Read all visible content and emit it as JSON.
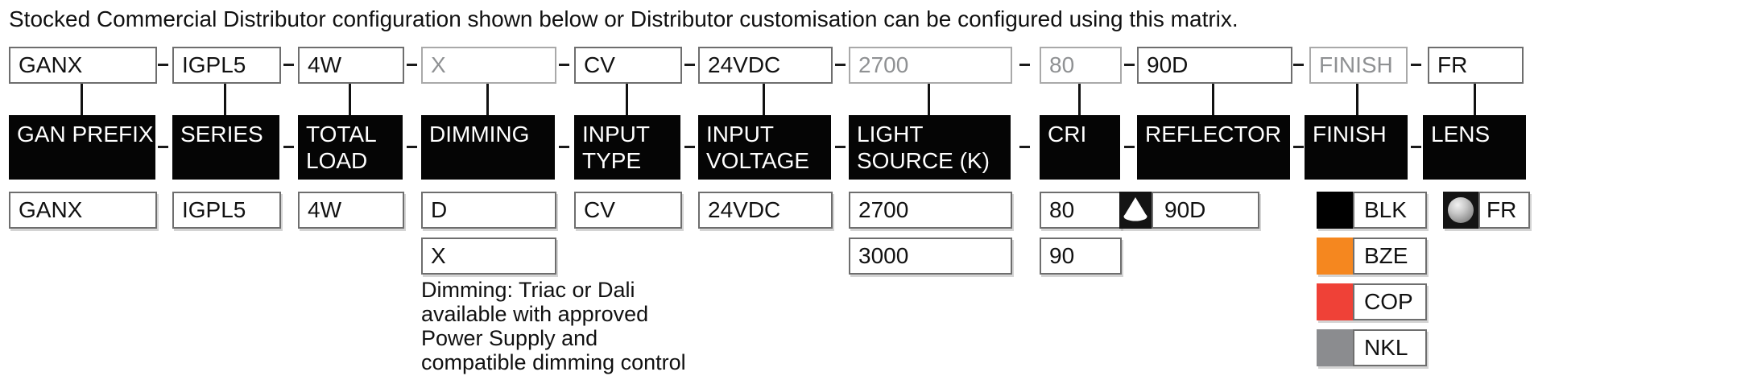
{
  "title": "Stocked Commercial Distributor configuration shown below or Distributor customisation can be configured using this matrix.",
  "columns": [
    {
      "code": "GANX",
      "header": "GAN PREFIX",
      "grayed": false,
      "options": [
        "GANX"
      ]
    },
    {
      "code": "IGPL5",
      "header": "SERIES",
      "grayed": false,
      "options": [
        "IGPL5"
      ]
    },
    {
      "code": "4W",
      "header": "TOTAL LOAD",
      "grayed": false,
      "options": [
        "4W"
      ]
    },
    {
      "code": "X",
      "header": "DIMMING",
      "grayed": true,
      "options": [
        "D",
        "X"
      ]
    },
    {
      "code": "CV",
      "header": "INPUT TYPE",
      "grayed": false,
      "options": [
        "CV"
      ]
    },
    {
      "code": "24VDC",
      "header": "INPUT VOLTAGE",
      "grayed": false,
      "options": [
        "24VDC"
      ]
    },
    {
      "code": "2700",
      "header": "LIGHT SOURCE (K)",
      "grayed": true,
      "options": [
        "2700",
        "3000"
      ]
    },
    {
      "code": "80",
      "header": "CRI",
      "grayed": true,
      "options": [
        "80",
        "90"
      ]
    },
    {
      "code": "90D",
      "header": "REFLECTOR",
      "grayed": false,
      "options": [
        "90D"
      ],
      "icon": "reflector-cone-icon"
    },
    {
      "code": "FINISH",
      "header": "FINISH",
      "grayed": true,
      "options": [
        {
          "label": "BLK",
          "swatch": "#000000"
        },
        {
          "label": "BZE",
          "swatch": "#F5871F"
        },
        {
          "label": "COP",
          "swatch": "#EF4137"
        },
        {
          "label": "NKL",
          "swatch": "#8B8C8F"
        }
      ]
    },
    {
      "code": "FR",
      "header": "LENS",
      "grayed": false,
      "options": [
        "FR"
      ],
      "icon": "frosted-lens-icon"
    }
  ],
  "dimming_note": {
    "line1": "Dimming: Triac or Dali",
    "line2": "available with approved",
    "line3": "Power Supply and",
    "line4": "compatible dimming control"
  }
}
